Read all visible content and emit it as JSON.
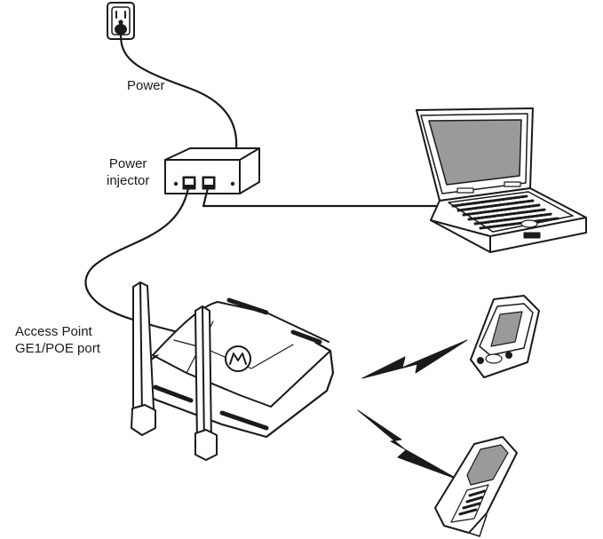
{
  "labels": {
    "power": "Power",
    "injector_line1": "Power",
    "injector_line2": "injector",
    "ap_line1": "Access Point",
    "ap_line2": "GE1/POE port"
  },
  "colors": {
    "line": "#1a1a1a",
    "screen": "#9a9a9a",
    "background": "#ffffff"
  },
  "icons": [
    "wall-outlet-icon",
    "power-injector-icon",
    "laptop-icon",
    "access-point-icon",
    "pda-icon",
    "handheld-scanner-icon",
    "wireless-signal-icon"
  ]
}
